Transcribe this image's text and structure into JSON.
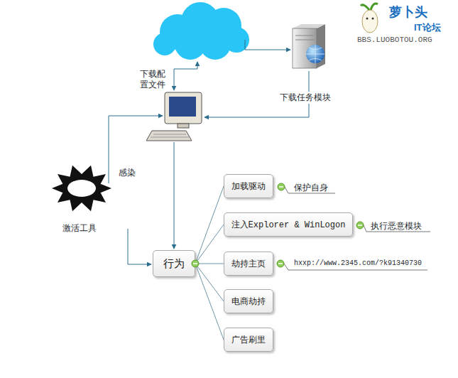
{
  "diagram": {
    "nodes": [
      {
        "text": [
          "加载驱动"
        ]
      },
      {
        "text": [
          "注入Explorer & WinLogon"
        ]
      },
      {
        "text": [
          "行为"
        ]
      },
      {
        "text": [
          "劫持主页"
        ]
      },
      {
        "text": [
          "电商劫持"
        ]
      },
      {
        "text": [
          "广告刷里"
        ]
      }
    ],
    "edges": [
      {
        "from": 2,
        "to": 0,
        "arrow": "none"
      },
      {
        "from": 2,
        "to": 1,
        "arrow": "none"
      },
      {
        "from": 2,
        "to": 3,
        "arrow": "none"
      },
      {
        "from": 2,
        "to": 4,
        "arrow": "none"
      },
      {
        "from": 2,
        "to": 5,
        "arrow": "none"
      }
    ],
    "labels": [
      "下载配置文件",
      "下载任务模块",
      "感染",
      "激活工具",
      "保护自身",
      "执行恶意模块",
      "hxxp://www.2345.com/?k91340730",
      "萝卜头",
      "IT论坛",
      "BBS.LUOBOTOU.ORG"
    ]
  }
}
